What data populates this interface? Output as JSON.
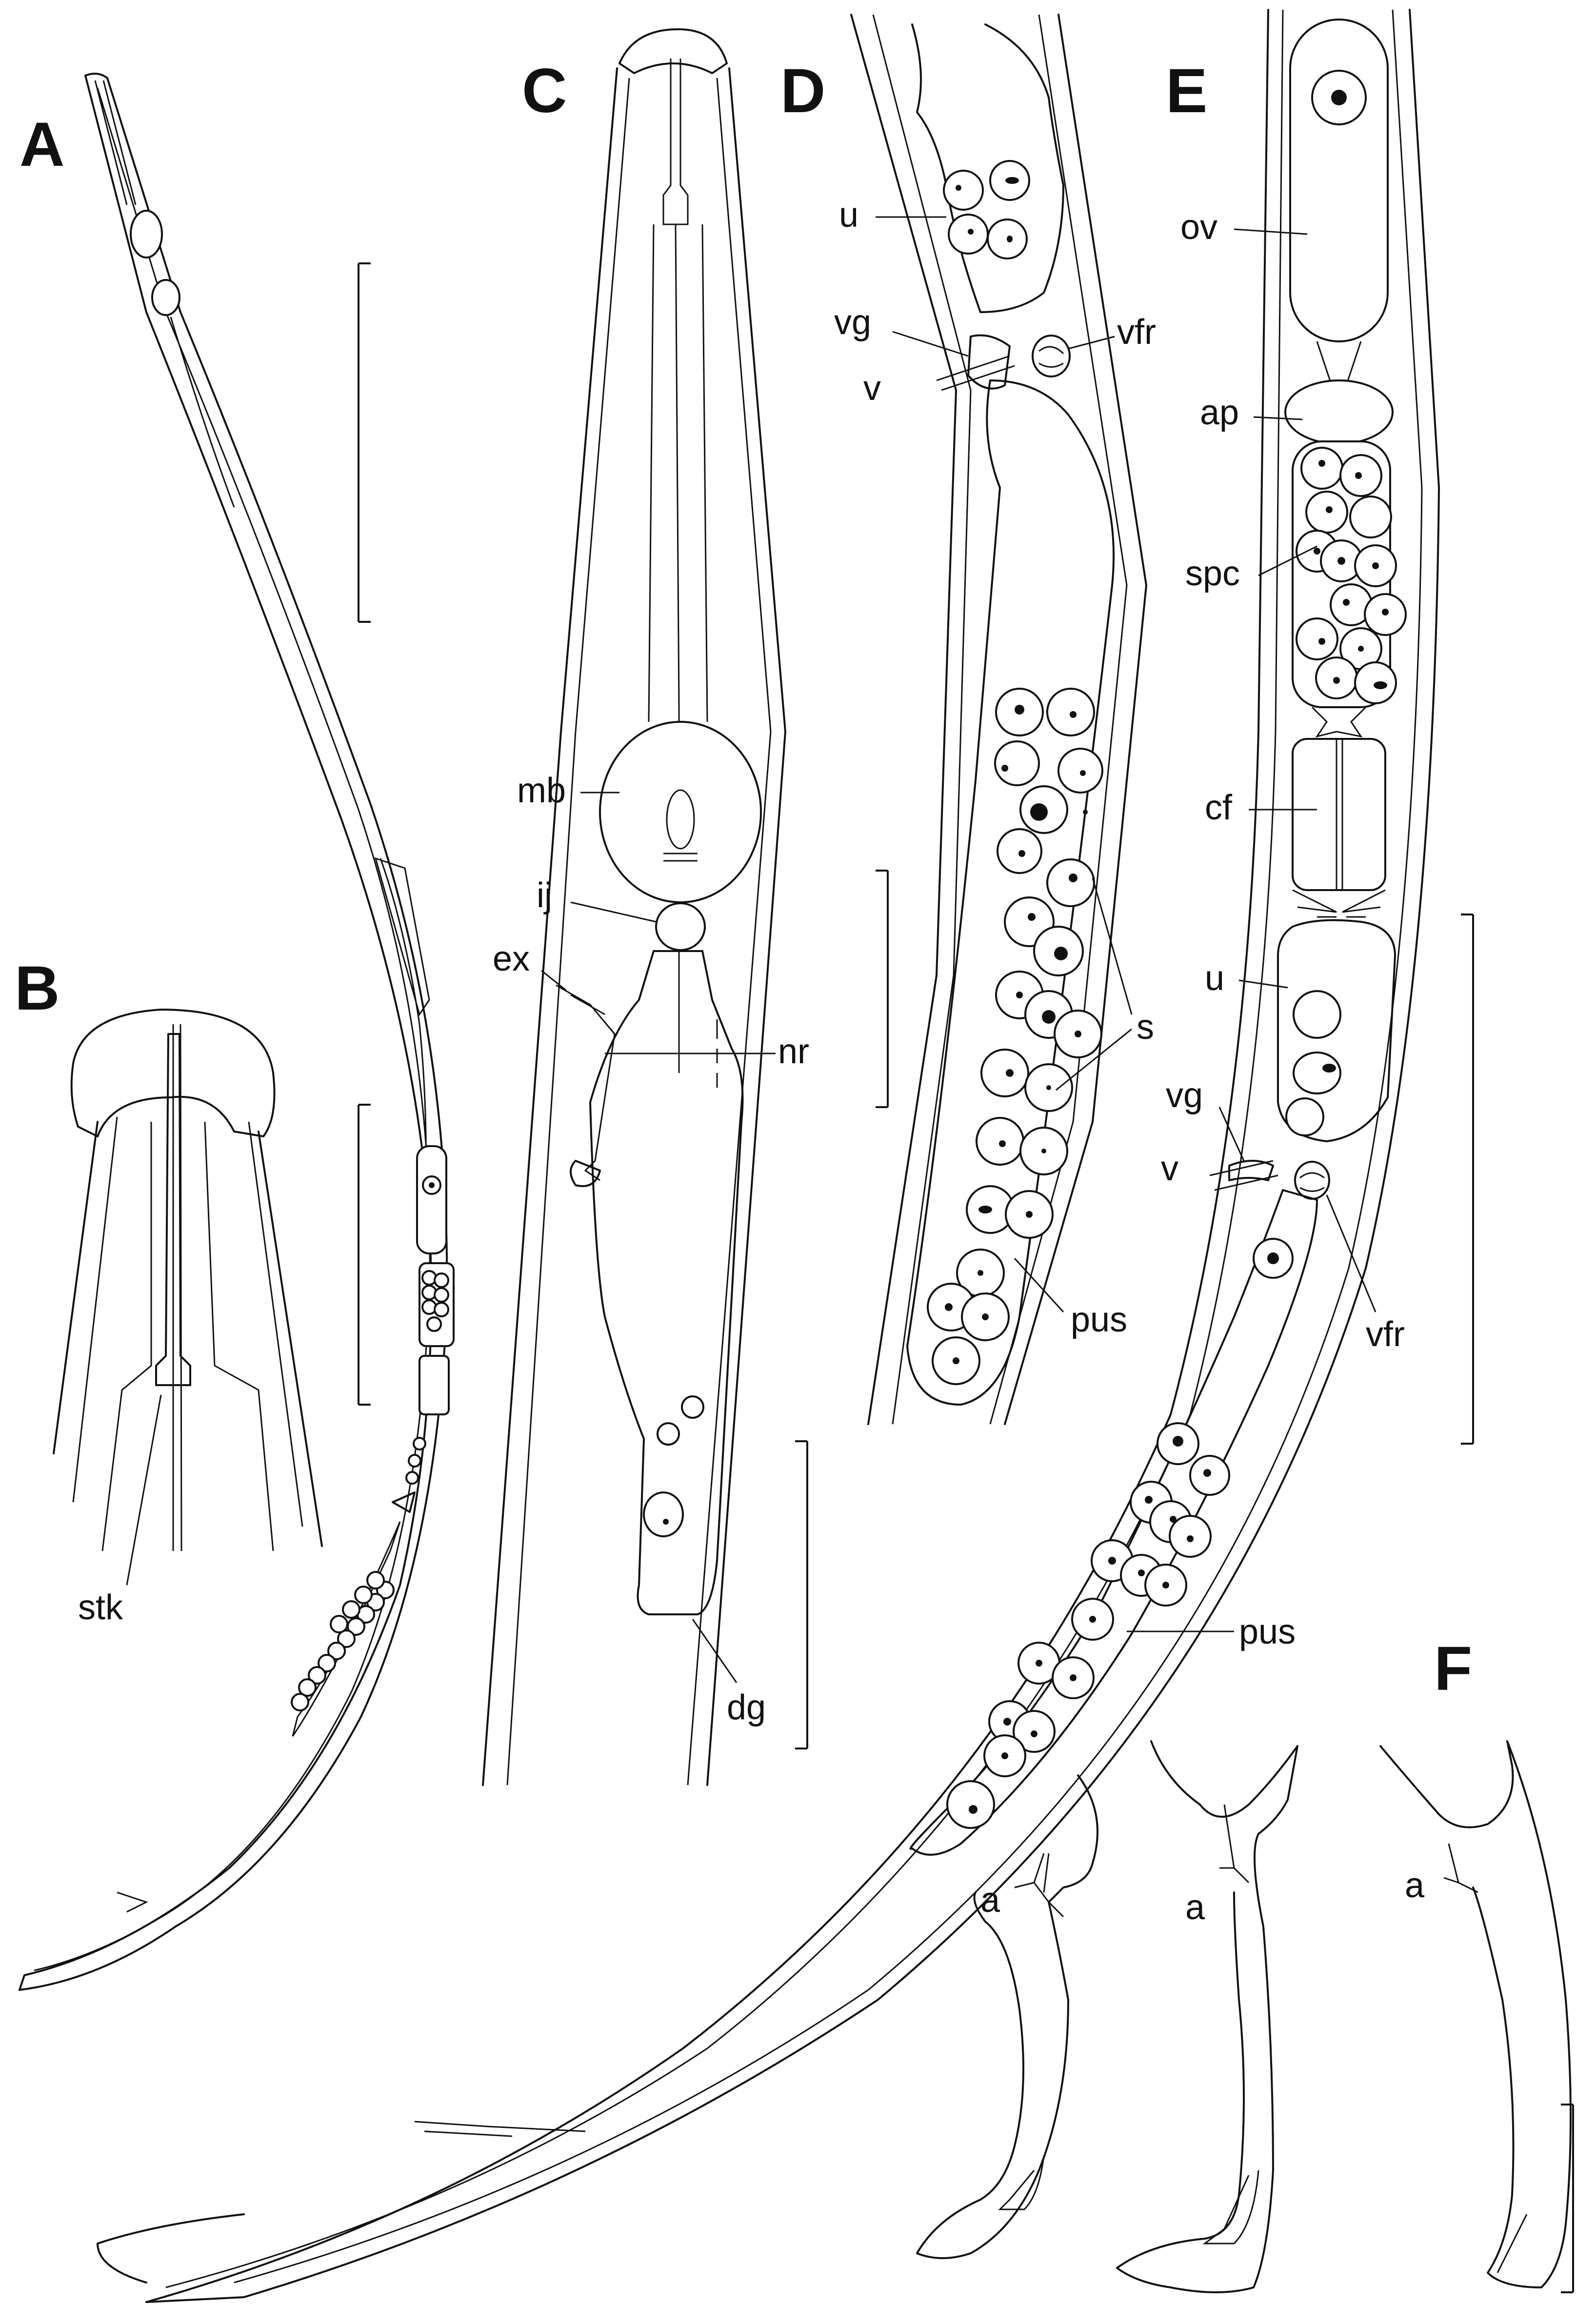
{
  "panels": [
    {
      "id": "A",
      "letter": "A"
    },
    {
      "id": "B",
      "letter": "B"
    },
    {
      "id": "C",
      "letter": "C"
    },
    {
      "id": "D",
      "letter": "D"
    },
    {
      "id": "E",
      "letter": "E"
    },
    {
      "id": "F",
      "letter": "F"
    }
  ],
  "labels": {
    "B": {
      "stk": "stk"
    },
    "C": {
      "mb": "mb",
      "ij": "ij",
      "ex": "ex",
      "nr": "nr",
      "dg": "dg"
    },
    "D": {
      "u": "u",
      "vg": "vg",
      "v": "v",
      "vfr": "vfr",
      "s": "s",
      "pus": "pus"
    },
    "E": {
      "ov": "ov",
      "ap": "ap",
      "spc": "spc",
      "cf": "cf",
      "u": "u",
      "vg": "vg",
      "v": "v",
      "vfr": "vfr",
      "pus": "pus"
    },
    "F": {
      "a1": "a",
      "a2": "a",
      "a3": "a"
    }
  },
  "colors": {
    "line": "#111111",
    "background": "#ffffff"
  }
}
